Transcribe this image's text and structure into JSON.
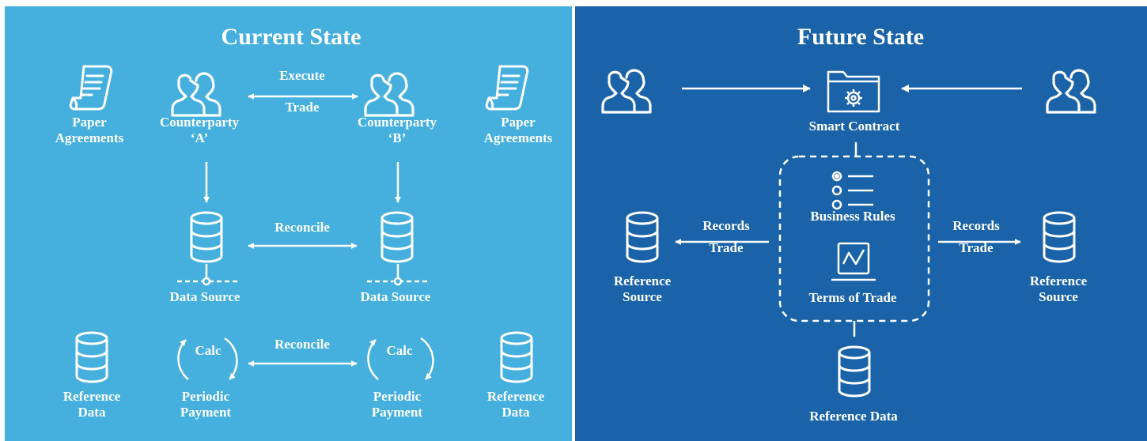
{
  "current_state": {
    "title": "Current State",
    "paper_left": [
      "Paper",
      "Agreements"
    ],
    "paper_right": [
      "Paper",
      "Agreements"
    ],
    "counterparty_a": [
      "Counterparty",
      "‘A’"
    ],
    "counterparty_b": [
      "Counterparty",
      "‘B’"
    ],
    "execute_label": "Execute",
    "trade_label": "Trade",
    "reconcile_top": "Reconcile",
    "data_source_left": "Data Source",
    "data_source_right": "Data Source",
    "reconcile_bottom": "Reconcile",
    "calc_left": "Calc",
    "calc_right": "Calc",
    "periodic_left": [
      "Periodic",
      "Payment"
    ],
    "periodic_right": [
      "Periodic",
      "Payment"
    ],
    "reference_data_left": [
      "Reference",
      "Data"
    ],
    "reference_data_right": [
      "Reference",
      "Data"
    ]
  },
  "future_state": {
    "title": "Future State",
    "smart_contract": "Smart Contract",
    "business_rules": "Business Rules",
    "terms_of_trade": "Terms of Trade",
    "records_left": [
      "Records",
      "Trade"
    ],
    "records_right": [
      "Records",
      "Trade"
    ],
    "reference_source_left": [
      "Reference",
      "Source"
    ],
    "reference_source_right": [
      "Reference",
      "Source"
    ],
    "reference_data": "Reference Data"
  },
  "colors": {
    "current_background": "#45b0de",
    "future_background": "#1a63a8",
    "foreground": "#ffffff"
  },
  "icons": [
    "paper-icon",
    "people-icon",
    "database-icon",
    "cycle-arrows-icon",
    "folder-gear-icon",
    "list-icon",
    "monitor-chart-icon"
  ]
}
